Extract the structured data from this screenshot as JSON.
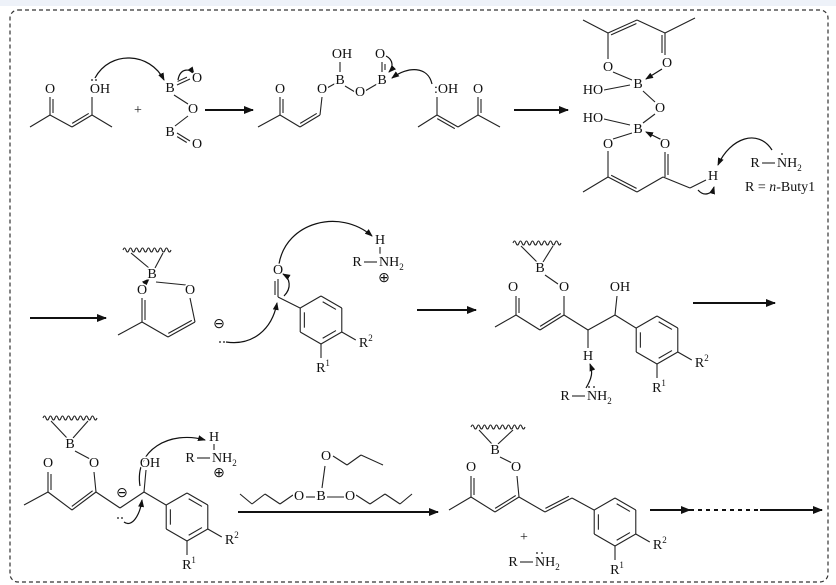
{
  "labels": {
    "O": "O",
    "OH": "OH",
    "HO": "HO",
    "lpOH": ":OH",
    "B": "B",
    "H": "H",
    "R": "R",
    "NH": "NH",
    "sub2": "2",
    "plus": "+",
    "plus_charge": "⊕",
    "minus_charge": "⊖",
    "R1_base": "R",
    "R1_sup": "1",
    "R2_base": "R",
    "R2_sup": "2"
  },
  "r_definition": {
    "prefix": "R = ",
    "n": "n",
    "suffix": "-Buty1"
  },
  "colors": {
    "border": "#333333",
    "ink": "#111111"
  }
}
